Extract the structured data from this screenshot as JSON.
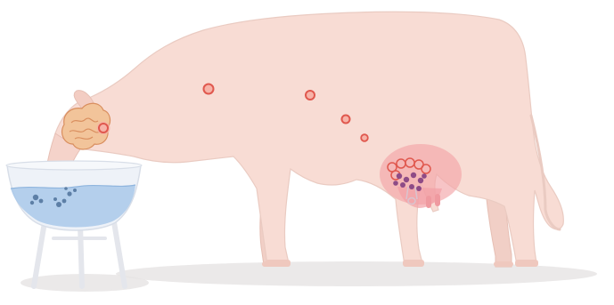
{
  "colors": {
    "background": "#ffffff",
    "cow_body": "#f8dcd4",
    "cow_outline": "#e8c2b8",
    "cow_shadow": "#d8d4d4",
    "udder": "#f3a4a8",
    "marker_fill": "#f7b3a8",
    "marker_ring": "#e0584e",
    "brain": "#f2c49a",
    "brain_outline": "#d98e5e",
    "gland_dot": "#8e4b86",
    "bowl": "#eef2f8",
    "bowl_water": "#a9c9ea",
    "bowl_stand": "#e8e9ee",
    "particle": "#5d7fa6"
  },
  "icons": {
    "cow": "cow-illustration",
    "brain": "brain-icon",
    "udder": "mammary-gland-icon",
    "bowl": "water-bowl-icon",
    "particles": "particle-icon",
    "markers": "infection-site-icon"
  },
  "markers": [
    {
      "name": "head-marker"
    },
    {
      "name": "back-marker-1"
    },
    {
      "name": "back-marker-2"
    },
    {
      "name": "back-marker-3"
    },
    {
      "name": "back-marker-4"
    }
  ]
}
